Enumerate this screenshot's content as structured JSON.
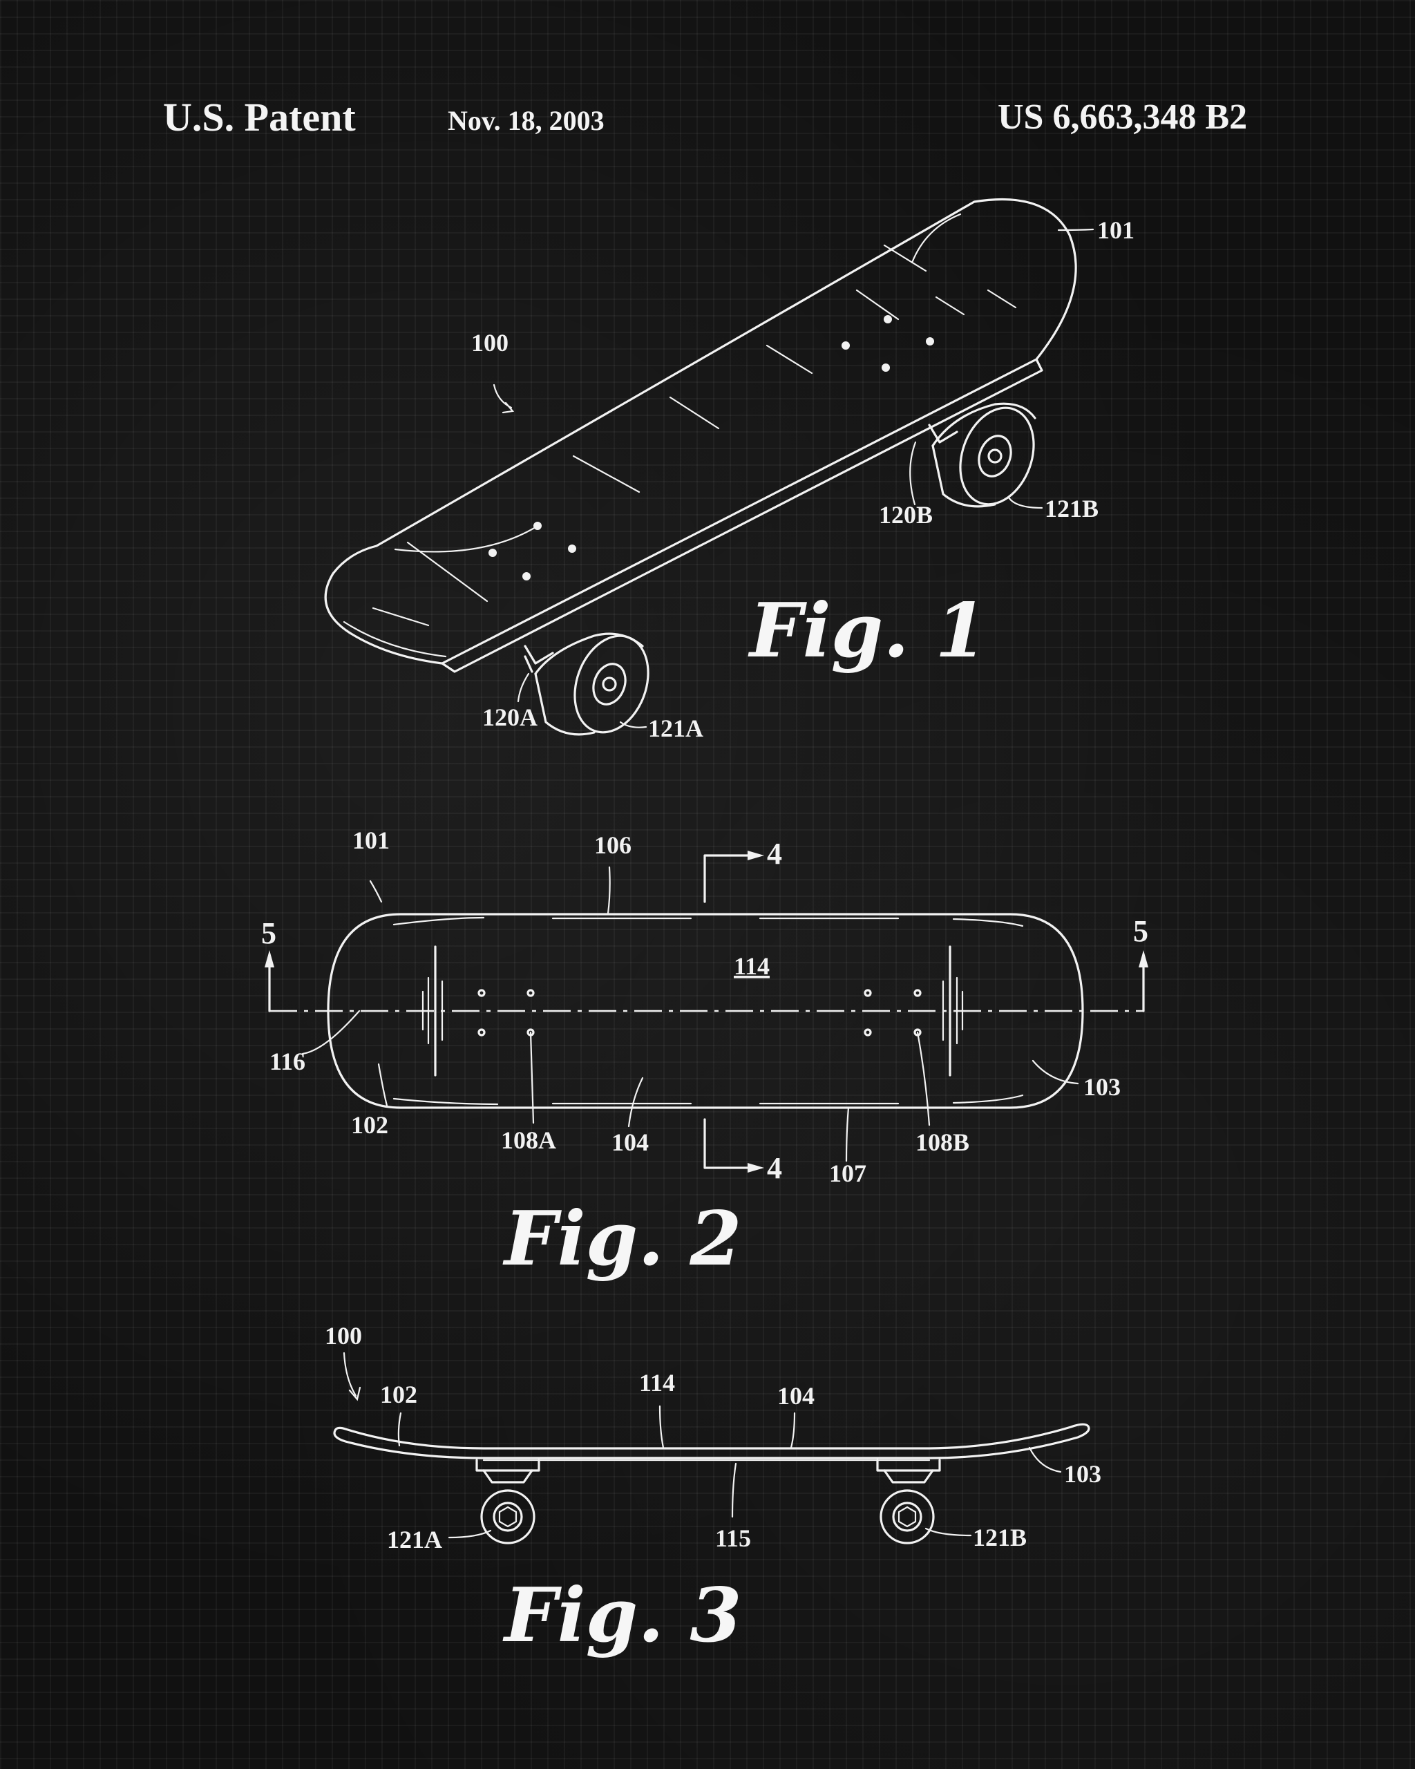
{
  "header": {
    "left": "U.S. Patent",
    "date": "Nov. 18, 2003",
    "number": "US 6,663,348 B2"
  },
  "figures": {
    "fig1": {
      "caption": "Fig. 1",
      "refs": {
        "assembly": "100",
        "deck": "101",
        "truck_a": "120A",
        "wheel_a": "121A",
        "truck_b": "120B",
        "wheel_b": "121B"
      }
    },
    "fig2": {
      "caption": "Fig. 2",
      "refs": {
        "deck": "101",
        "edge_top": "106",
        "surface": "114",
        "section_4_top": "4",
        "section_4_bottom": "4",
        "section_5_left": "5",
        "section_5_right": "5",
        "axis": "116",
        "nose": "102",
        "tail": "103",
        "holes_a": "108A",
        "mid": "104",
        "edge_bottom": "107",
        "holes_b": "108B"
      }
    },
    "fig3": {
      "caption": "Fig. 3",
      "refs": {
        "assembly": "100",
        "nose": "102",
        "surface": "114",
        "mid": "104",
        "tail": "103",
        "wheel_a": "121A",
        "bottom": "115",
        "wheel_b": "121B"
      }
    }
  }
}
